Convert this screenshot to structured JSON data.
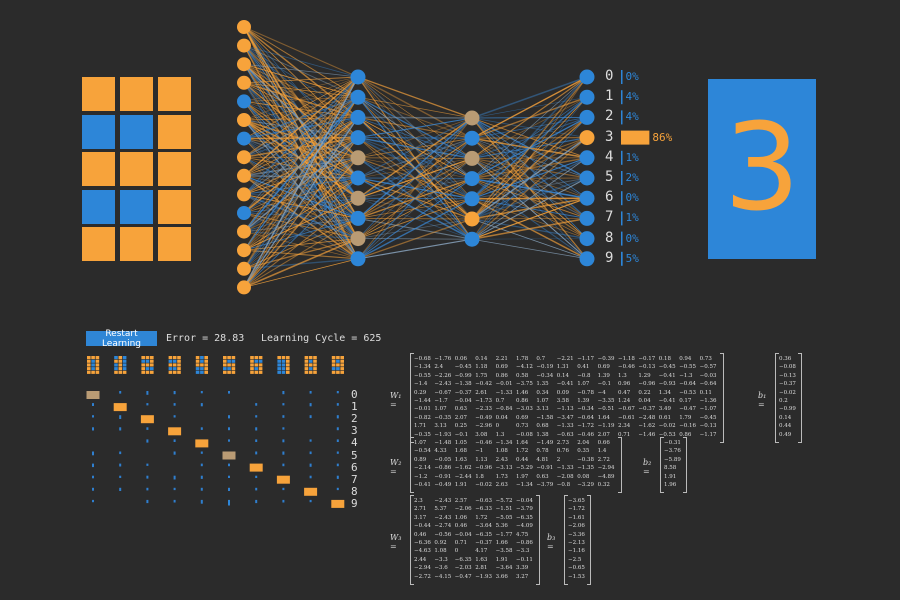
{
  "colors": {
    "orange": "#f7a33b",
    "blue": "#2d86d8",
    "tan": "#b99b74",
    "background": "#2b2b2b"
  },
  "input_grid": {
    "rows": [
      [
        "orange",
        "orange",
        "orange"
      ],
      [
        "blue",
        "blue",
        "orange"
      ],
      [
        "orange",
        "orange",
        "orange"
      ],
      [
        "blue",
        "blue",
        "orange"
      ],
      [
        "orange",
        "orange",
        "orange"
      ]
    ]
  },
  "network": {
    "input_nodes": [
      "orange",
      "orange",
      "orange",
      "orange",
      "blue",
      "orange",
      "blue",
      "orange",
      "orange",
      "orange",
      "blue",
      "orange",
      "orange",
      "orange",
      "orange"
    ],
    "hidden1_nodes": [
      "blue",
      "blue",
      "blue",
      "blue",
      "tan",
      "blue",
      "tan",
      "blue",
      "tan",
      "blue"
    ],
    "hidden2_nodes": [
      "tan",
      "blue",
      "tan",
      "blue",
      "blue",
      "orange",
      "blue"
    ],
    "output_nodes": [
      {
        "digit": "0",
        "pct": "0%",
        "color": "blue",
        "bar": 0
      },
      {
        "digit": "1",
        "pct": "4%",
        "color": "blue",
        "bar": 0.04
      },
      {
        "digit": "2",
        "pct": "4%",
        "color": "blue",
        "bar": 0.04
      },
      {
        "digit": "3",
        "pct": "86%",
        "color": "orange",
        "bar": 0.86
      },
      {
        "digit": "4",
        "pct": "1%",
        "color": "blue",
        "bar": 0.01
      },
      {
        "digit": "5",
        "pct": "2%",
        "color": "blue",
        "bar": 0.02
      },
      {
        "digit": "6",
        "pct": "0%",
        "color": "blue",
        "bar": 0
      },
      {
        "digit": "7",
        "pct": "1%",
        "color": "blue",
        "bar": 0.01
      },
      {
        "digit": "8",
        "pct": "0%",
        "color": "blue",
        "bar": 0
      },
      {
        "digit": "9",
        "pct": "5%",
        "color": "blue",
        "bar": 0.05
      }
    ]
  },
  "result_digit": "3",
  "controls": {
    "restart_label": "Restart Learning",
    "error_text": "Error = 28.83",
    "cycle_text": "Learning Cycle = 625"
  },
  "training": {
    "digits": [
      "0",
      "1",
      "2",
      "3",
      "4",
      "5",
      "6",
      "7",
      "8",
      "9"
    ],
    "winner": [
      0,
      1,
      2,
      3,
      4,
      5,
      6,
      7,
      8,
      9
    ],
    "other_strengths": [
      [
        1,
        0.15,
        0.05,
        0.2,
        0,
        0.3,
        0.25,
        0.1,
        0.15,
        0.05
      ],
      [
        0.1,
        1,
        0.3,
        0.2,
        0,
        0.1,
        0.15,
        0.05,
        0.2,
        0
      ],
      [
        0.3,
        0.05,
        1,
        0.1,
        0.2,
        0,
        0.05,
        0.15,
        0.1,
        0.2
      ],
      [
        0.2,
        0.1,
        0.05,
        1,
        0.1,
        0.2,
        0,
        0.3,
        0.05,
        0.1
      ],
      [
        0.05,
        0.2,
        0,
        0.1,
        1,
        0.05,
        0.1,
        0.2,
        0.15,
        0.3
      ],
      [
        0.1,
        0,
        0.2,
        0.15,
        0.05,
        1,
        0.1,
        0.05,
        0.2,
        0.6
      ],
      [
        0,
        0.1,
        0.05,
        0.2,
        0.1,
        0.15,
        1,
        0.05,
        0.1,
        0.2
      ],
      [
        0.2,
        0.05,
        0.1,
        0.05,
        0.15,
        0.2,
        0.1,
        1,
        0.05,
        0.1
      ],
      [
        0.1,
        0.2,
        0.15,
        0,
        0.05,
        0.1,
        0.2,
        0.1,
        1,
        0.05
      ],
      [
        0.05,
        0.1,
        0.2,
        0.15,
        0.1,
        0.05,
        0.1,
        0.2,
        0.05,
        1
      ]
    ]
  },
  "matrices": [
    {
      "label": "W₁ =",
      "rows": [
        [
          "−0.68",
          "−1.76",
          "0.06",
          "0.14",
          "2.21",
          "1.78",
          "0.7",
          "−2.21",
          "−1.17",
          "−0.39",
          "−1.18",
          "−0.17",
          "0.18",
          "0.94",
          "0.73"
        ],
        [
          "−1.34",
          "2.4",
          "−0.45",
          "1.18",
          "0.69",
          "−4.12",
          "−0.19",
          "1.31",
          "0.41",
          "0.69",
          "−0.46",
          "−0.13",
          "−0.45",
          "−0.55",
          "−0.57"
        ],
        [
          "−0.55",
          "−2.26",
          "−0.99",
          "1.75",
          "0.86",
          "0.58",
          "−0.34",
          "0.14",
          "−0.8",
          "1.39",
          "1.3",
          "1.29",
          "−0.41",
          "−1.3",
          "−0.03"
        ],
        [
          "−1.4",
          "−2.43",
          "−1.38",
          "−0.42",
          "−0.01",
          "−3.75",
          "1.35",
          "−0.41",
          "1.07",
          "−0.1",
          "0.96",
          "−0.96",
          "−0.93",
          "−0.64",
          "−0.64"
        ],
        [
          "0.29",
          "−0.67",
          "−0.37",
          "2.61",
          "−1.33",
          "1.46",
          "0.34",
          "0.09",
          "−0.78",
          "−4",
          "0.47",
          "0.22",
          "1.34",
          "−0.53",
          "0.11"
        ],
        [
          "−1.44",
          "−1.7",
          "−0.04",
          "−1.73",
          "0.7",
          "0.86",
          "1.07",
          "3.58",
          "1.39",
          "−3.35",
          "1.24",
          "0.04",
          "−0.41",
          "0.17",
          "−1.36"
        ],
        [
          "−0.01",
          "1.07",
          "0.63",
          "−2.33",
          "−0.84",
          "−3.03",
          "3.13",
          "−1.13",
          "−0.34",
          "−0.51",
          "−0.67",
          "−0.37",
          "3.49",
          "−0.47",
          "−1.07"
        ],
        [
          "−0.82",
          "−0.35",
          "2.07",
          "−0.49",
          "0.04",
          "0.69",
          "−1.58",
          "−3.47",
          "−0.64",
          "1.64",
          "−0.61",
          "−2.48",
          "0.61",
          "1.79",
          "−0.45"
        ],
        [
          "1.71",
          "3.13",
          "0.25",
          "−2.96",
          "0",
          "0.73",
          "0.68",
          "−1.33",
          "−1.72",
          "−1.19",
          "2.34",
          "−1.62",
          "−0.02",
          "−0.16",
          "−0.13"
        ],
        [
          "−0.35",
          "−1.93",
          "−0.1",
          "3.08",
          "1.3",
          "−0.08",
          "1.38",
          "−0.63",
          "−0.46",
          "2.07",
          "0.71",
          "−1.46",
          "−0.53",
          "0.86",
          "−1.17"
        ]
      ],
      "bias_label": "b₁ =",
      "bias": [
        "0.36",
        "−0.08",
        "−0.13",
        "−0.37",
        "−0.02",
        "0.2",
        "−0.99",
        "0.14",
        "0.44",
        "0.49"
      ]
    },
    {
      "label": "W₂ =",
      "rows": [
        [
          "1.07",
          "−1.48",
          "1.05",
          "−0.46",
          "−1.34",
          "1.64",
          "−1.49",
          "2.73",
          "2.04",
          "0.66"
        ],
        [
          "−0.54",
          "4.33",
          "1.68",
          "−1",
          "1.08",
          "1.72",
          "0.78",
          "0.76",
          "0.35",
          "1.4"
        ],
        [
          "0.89",
          "−0.05",
          "1.63",
          "1.13",
          "2.43",
          "0.44",
          "4.81",
          "2",
          "−0.38",
          "2.72"
        ],
        [
          "−2.14",
          "−0.86",
          "−1.62",
          "−0.96",
          "−3.13",
          "−5.29",
          "−0.91",
          "−1.33",
          "−1.35",
          "−2.94"
        ],
        [
          "−1.2",
          "−0.91",
          "−2.44",
          "1.8",
          "1.73",
          "1.97",
          "0.63",
          "−2.08",
          "0.08",
          "−4.89"
        ],
        [
          "−0.41",
          "−0.49",
          "1.91",
          "−0.02",
          "2.63",
          "−1.34",
          "−3.79",
          "−0.8",
          "−3.29",
          "0.32"
        ]
      ],
      "bias_label": "b₂ =",
      "bias": [
        "−0.31",
        "−3.76",
        "−5.89",
        "8.58",
        "1.91",
        "1.96"
      ]
    },
    {
      "label": "W₃ =",
      "rows": [
        [
          "2.3",
          "−2.43",
          "2.57",
          "−0.63",
          "−5.72",
          "−0.04"
        ],
        [
          "2.71",
          "5.37",
          "−2.06",
          "−6.33",
          "−1.51",
          "−3.79"
        ],
        [
          "3.17",
          "−2.43",
          "1.06",
          "1.72",
          "−5.05",
          "−6.35"
        ],
        [
          "−0.44",
          "−2.74",
          "0.46",
          "−3.64",
          "5.36",
          "−4.09"
        ],
        [
          "0.46",
          "−0.56",
          "−0.04",
          "−6.35",
          "−1.77",
          "4.75"
        ],
        [
          "−6.36",
          "0.92",
          "0.71",
          "−0.37",
          "1.66",
          "−0.86"
        ],
        [
          "−4.63",
          "1.08",
          "0",
          "4.17",
          "−3.58",
          "−3.3"
        ],
        [
          "2.44",
          "−3.3",
          "−6.35",
          "1.63",
          "1.91",
          "−0.11"
        ],
        [
          "−2.94",
          "−3.6",
          "−2.03",
          "2.81",
          "−3.64",
          "3.39"
        ],
        [
          "−2.72",
          "−4.15",
          "−0.47",
          "−1.93",
          "3.66",
          "3.27"
        ]
      ],
      "bias_label": "b₃ =",
      "bias": [
        "−3.65",
        "−1.72",
        "−1.61",
        "−2.06",
        "−3.36",
        "−2.13",
        "−1.16",
        "−2.5",
        "−0.65",
        "−1.53"
      ]
    }
  ]
}
